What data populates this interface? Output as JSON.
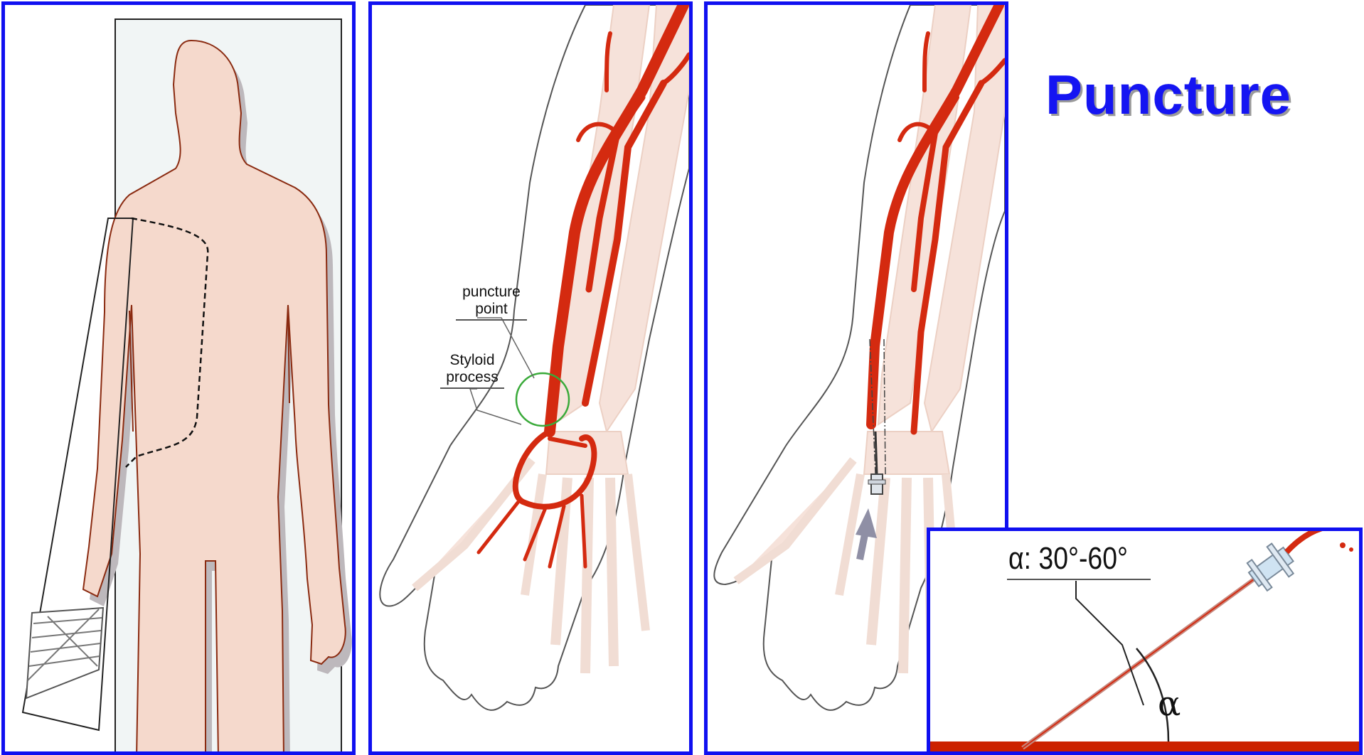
{
  "title": "Puncture",
  "labels": {
    "puncture_point": "puncture point",
    "styloid_process": "Styloid process"
  },
  "angle": {
    "label": "α: 30°-60°",
    "symbol": "α"
  },
  "colors": {
    "frame": "#1010f0",
    "title": "#1515f2",
    "artery": "#d42a10",
    "skin": "#f5d9cc",
    "bone": "#f6e2da",
    "circle": "#3aaa3a"
  }
}
